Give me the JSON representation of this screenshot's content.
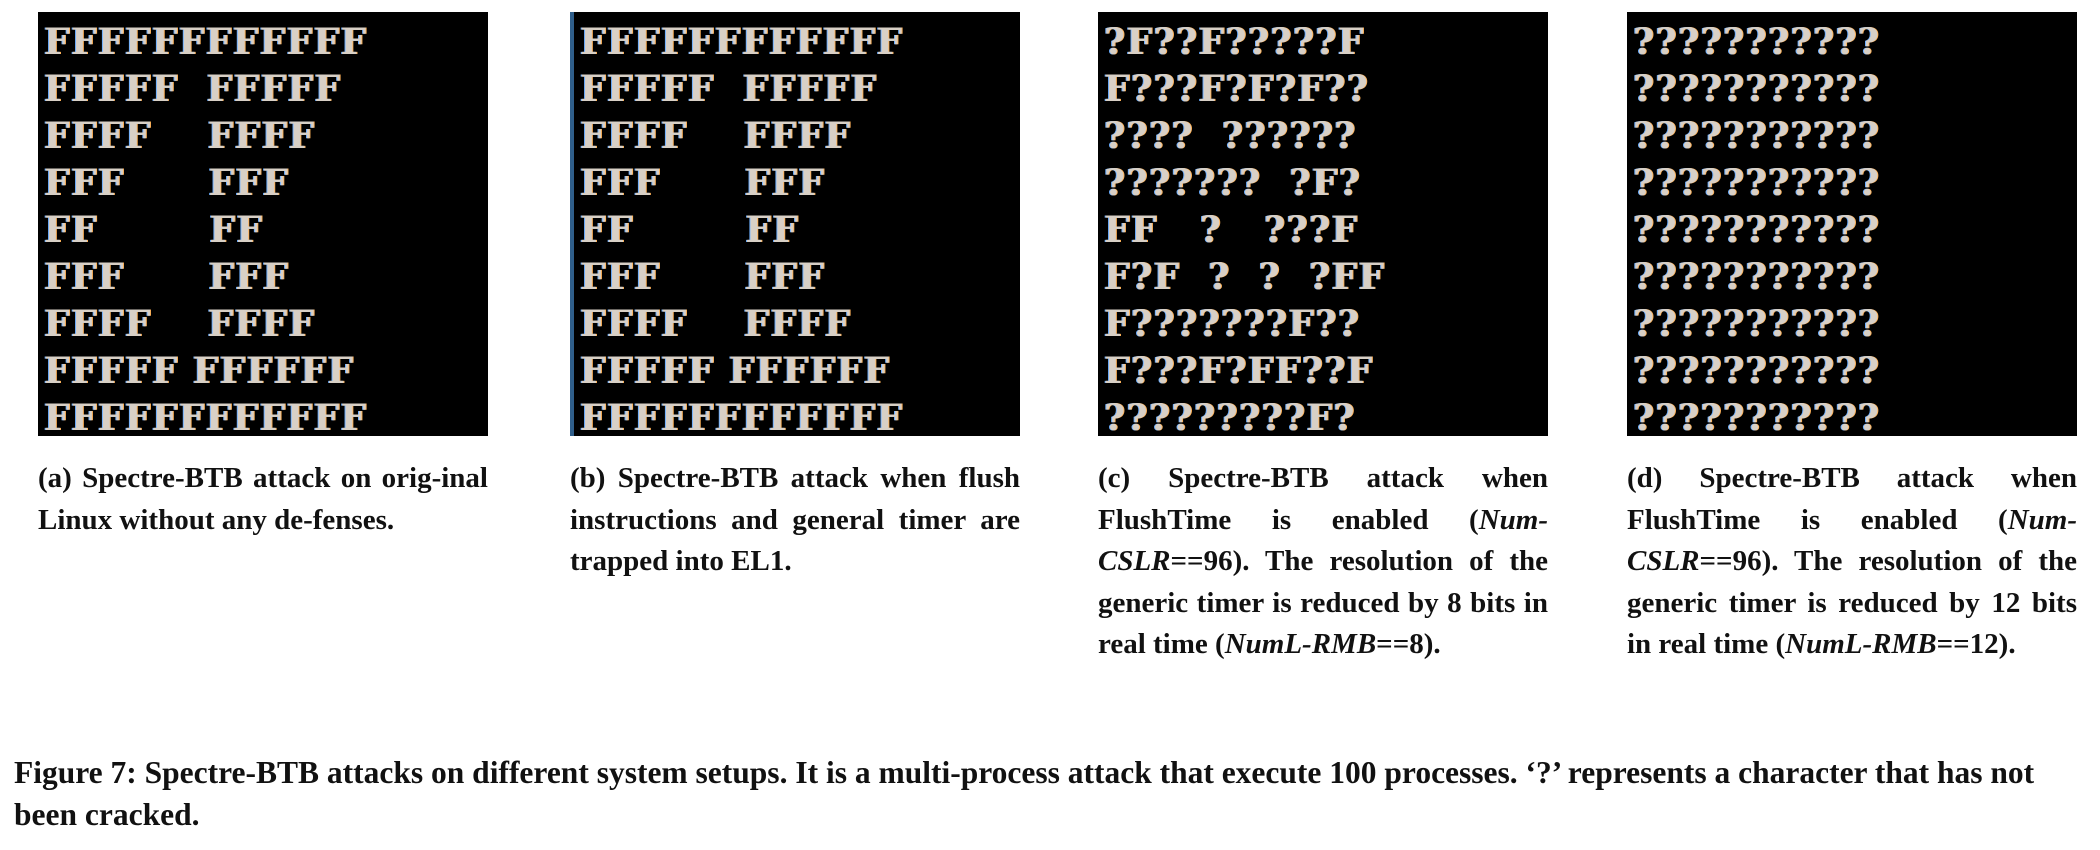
{
  "panels": [
    {
      "id": "a",
      "rows": [
        "FFFFFFFFFFFF",
        "FFFFF  FFFFF",
        "FFFF    FFFF",
        "FFF      FFF",
        "FF        FF",
        "FFF      FFF",
        "FFFF    FFFF",
        "FFFFF FFFFFF",
        "FFFFFFFFFFFF"
      ],
      "caption_parts": [
        "(a) Spectre-BTB attack on orig-inal Linux without any de-fenses."
      ]
    },
    {
      "id": "b",
      "rows": [
        "FFFFFFFFFFFF",
        "FFFFF  FFFFF",
        "FFFF    FFFF",
        "FFF      FFF",
        "FF        FF",
        "FFF      FFF",
        "FFFF    FFFF",
        "FFFFF FFFFFF",
        "FFFFFFFFFFFF"
      ],
      "caption_parts": [
        "(b) Spectre-BTB attack when flush instructions and general timer are trapped into EL1."
      ]
    },
    {
      "id": "c",
      "rows": [
        "?F??F?????F",
        "F???F?F?F??",
        "????  ??????",
        "???????  ?F?",
        "FF   ?   ???F",
        "F?F  ?  ?  ?FF",
        "F???????F??",
        "F???F?FF??F",
        "?????????F?"
      ],
      "caption_parts": [
        "(c) Spectre-BTB attack when FlushTime is enabled (",
        "Num-CSLR",
        "==96). The resolution of the generic timer is reduced by 8 bits in real time (",
        "NumL-RMB",
        "==8)."
      ]
    },
    {
      "id": "d",
      "rows": [
        "???????????",
        "???????????",
        "???????????",
        "???????????",
        "???????????",
        "???????????",
        "???????????",
        "???????????",
        "???????????"
      ],
      "caption_parts": [
        "(d) Spectre-BTB attack when FlushTime is enabled (",
        "Num-CSLR",
        "==96). The resolution of the generic timer is reduced by 12 bits in real time (",
        "NumL-RMB",
        "==12)."
      ]
    }
  ],
  "figure_caption": "Figure 7: Spectre-BTB attacks on different system setups. It is a multi-process attack that execute 100 processes. ‘?’ represents a character that has not been cracked."
}
